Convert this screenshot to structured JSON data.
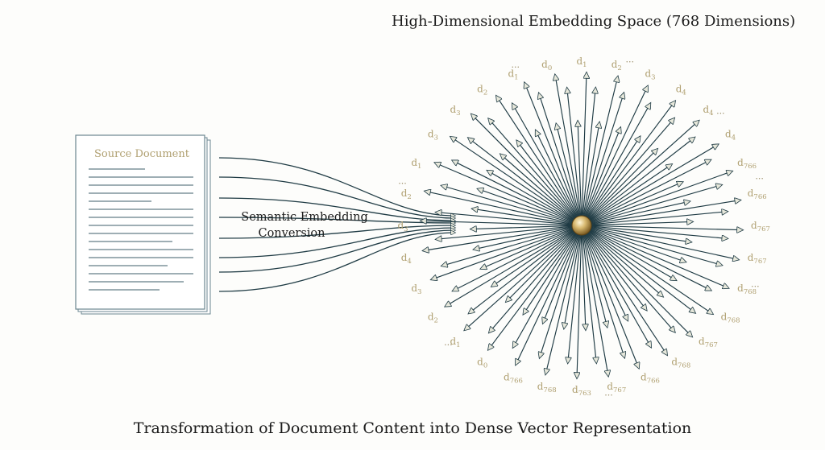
{
  "header": {
    "title": "High-Dimensional Embedding Space (768 Dimensions)"
  },
  "document": {
    "title": "Source Document"
  },
  "conversion": {
    "line1": "Semantic Embedding",
    "line2": "Conversion"
  },
  "caption": "Transformation of Document Content into Dense Vector Representation",
  "dimension_labels": [
    {
      "base": "d",
      "sub": "1"
    },
    {
      "base": "d",
      "sub": "2"
    },
    {
      "base": "d",
      "sub": "3"
    },
    {
      "base": "d",
      "sub": "4"
    },
    {
      "base": "d",
      "sub": "4"
    },
    {
      "base": "d",
      "sub": "4"
    },
    {
      "base": "d",
      "sub": "766"
    },
    {
      "base": "d",
      "sub": "766"
    },
    {
      "base": "d",
      "sub": "767"
    },
    {
      "base": "d",
      "sub": "767"
    },
    {
      "base": "d",
      "sub": "768"
    },
    {
      "base": "d",
      "sub": "768"
    },
    {
      "base": "d",
      "sub": "767"
    },
    {
      "base": "d",
      "sub": "768"
    },
    {
      "base": "d",
      "sub": "766"
    },
    {
      "base": "d",
      "sub": "767"
    },
    {
      "base": "d",
      "sub": "763"
    },
    {
      "base": "d",
      "sub": "768"
    },
    {
      "base": "d",
      "sub": "766"
    },
    {
      "base": "d",
      "sub": "0"
    },
    {
      "base": "d",
      "sub": "1"
    },
    {
      "base": "d",
      "sub": "2"
    },
    {
      "base": "d",
      "sub": "3"
    },
    {
      "base": "d",
      "sub": "4"
    },
    {
      "base": "d",
      "sub": "3"
    },
    {
      "base": "d",
      "sub": "2"
    },
    {
      "base": "d",
      "sub": "1"
    },
    {
      "base": "d",
      "sub": "3"
    },
    {
      "base": "d",
      "sub": "3"
    },
    {
      "base": "d",
      "sub": "2"
    },
    {
      "base": "d",
      "sub": "1"
    },
    {
      "base": "d",
      "sub": "0"
    }
  ],
  "ellipsis": "...",
  "colors": {
    "arrow": "#1f3b44",
    "arrowhead_fill": "#e6e7da",
    "label": "#b0a071",
    "doc_border": "#6b8690",
    "doc_lines": "#3e5d6a",
    "hub": "#c9a85c"
  }
}
